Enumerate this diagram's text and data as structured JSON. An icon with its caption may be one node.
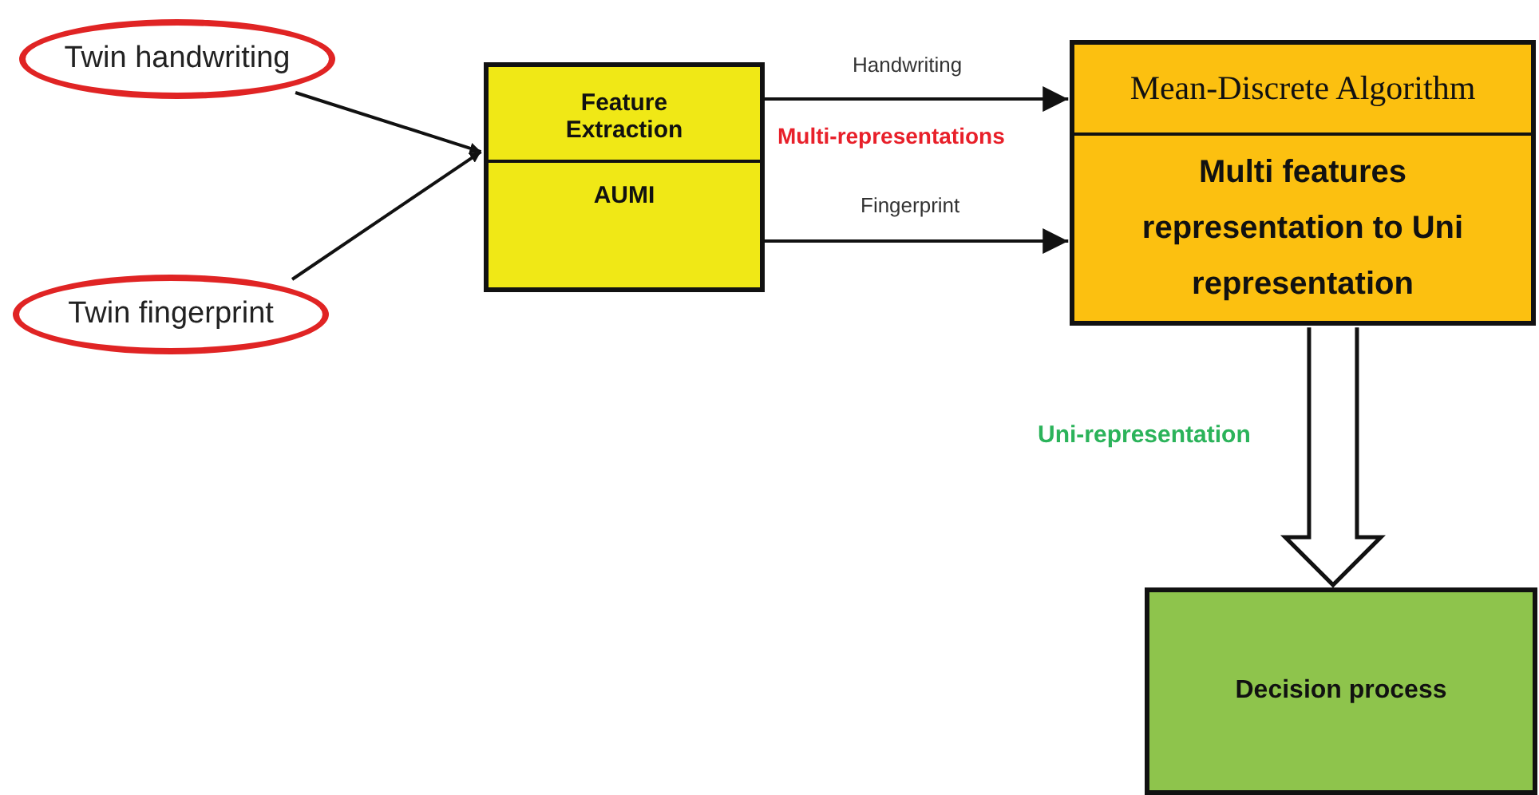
{
  "diagram": {
    "nodes": [
      {
        "text": [
          "Twin handwriting"
        ]
      },
      {
        "text": [
          "Twin fingerprint"
        ]
      },
      {
        "text": [
          "Feature Extraction",
          "AUMI"
        ]
      },
      {
        "text": [
          "Mean-Discrete Algorithm",
          "Multi features representation to Uni representation"
        ]
      },
      {
        "text": [
          "Decision process"
        ]
      }
    ],
    "edges": [
      {
        "from": 0,
        "to": 2,
        "arrow": "to"
      },
      {
        "from": 1,
        "to": 2,
        "arrow": "to"
      },
      {
        "from": 2,
        "to": 3,
        "arrow": "to",
        "label": "Handwriting"
      },
      {
        "from": 2,
        "to": 3,
        "arrow": "to",
        "label": "Fingerprint"
      },
      {
        "from": 3,
        "to": 4,
        "arrow": "to",
        "label": "Uni-representation",
        "style": "thick"
      }
    ],
    "labels": [
      "Multi-representations"
    ]
  }
}
